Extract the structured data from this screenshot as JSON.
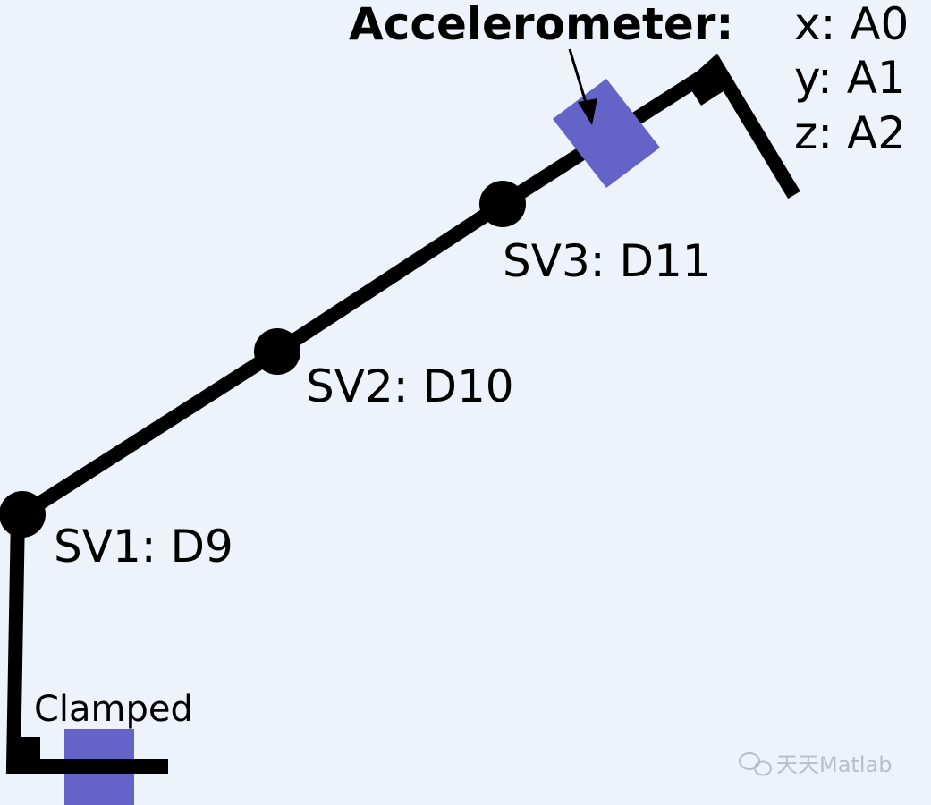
{
  "labels": {
    "accelerometer_title": "Accelerometer:",
    "axis_x": "x: A0",
    "axis_y": "y: A1",
    "axis_z": "z: A2",
    "sv1": "SV1: D9",
    "sv2": "SV2: D10",
    "sv3": "SV3: D11",
    "clamped": "Clamped"
  },
  "watermark": {
    "text": "天天Matlab"
  },
  "colors": {
    "background": "#eef3fb",
    "arm": "#000000",
    "block": "#6464c8"
  },
  "icons": {
    "joint": "servo-joint-dot",
    "sensor": "accelerometer-block",
    "base": "clamp-block",
    "watermark": "wechat-icon"
  }
}
